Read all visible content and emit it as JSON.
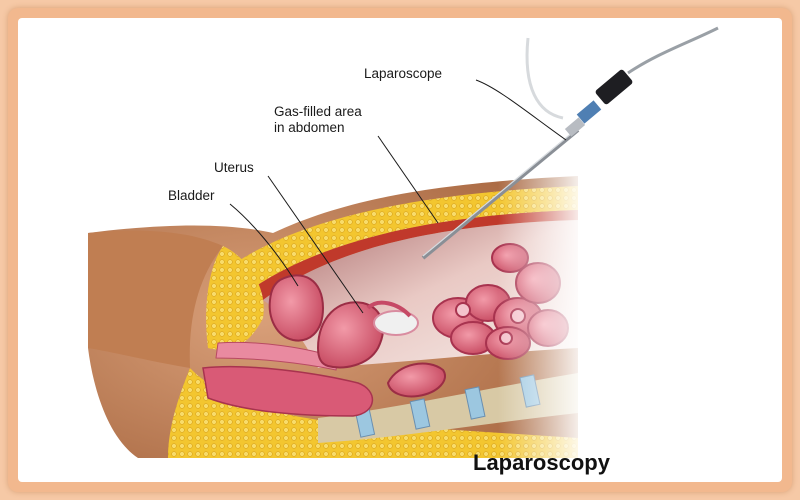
{
  "labels": {
    "laparoscope": "Laparoscope",
    "gas_area_line1": "Gas-filled area",
    "gas_area_line2": "in abdomen",
    "uterus": "Uterus",
    "bladder": "Bladder"
  },
  "title": "Laparoscopy",
  "colors": {
    "frame": "#f2b88e",
    "skin": "#c98a5e",
    "fat": "#f2c531",
    "muscle": "#c0392b",
    "organ": "#d96478",
    "cavity": "#f4e3df"
  }
}
